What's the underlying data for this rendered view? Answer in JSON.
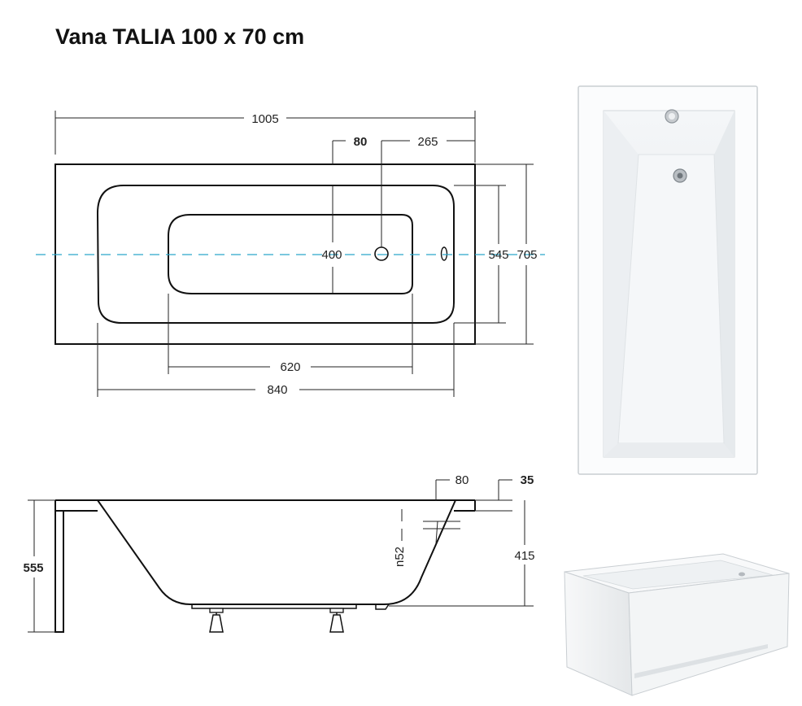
{
  "title": "Vana TALIA 100 x 70 cm",
  "top_view": {
    "overall_length": "1005",
    "drain_offset": "80",
    "drain_from_end": "265",
    "inner_width": "400",
    "basin_width": "545",
    "overall_width": "705",
    "inner_length": "620",
    "basin_length": "840"
  },
  "side_view": {
    "overflow_offset": "80",
    "rim_thickness": "35",
    "total_height": "555",
    "basin_depth": "415",
    "drain_size": "n52"
  },
  "photos": {
    "top_photo": "bathtub-top-photo",
    "panel_photo": "bathtub-with-panel-photo"
  }
}
